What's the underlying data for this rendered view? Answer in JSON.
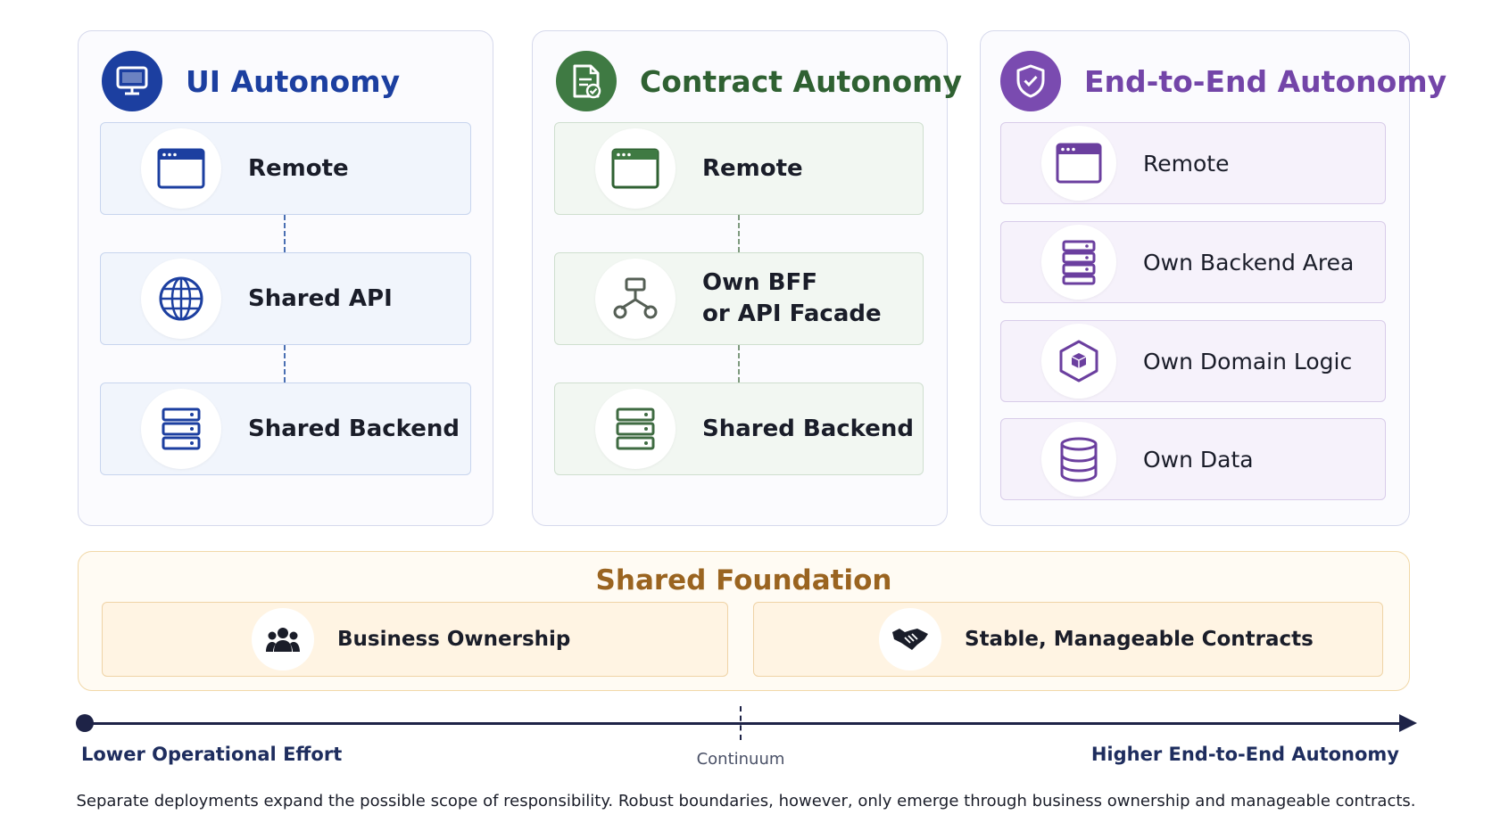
{
  "columns": {
    "ui": {
      "title": "UI Autonomy",
      "color": "#1c3fa0",
      "items": [
        "Remote",
        "Shared API",
        "Shared Backend"
      ]
    },
    "contract": {
      "title": "Contract Autonomy",
      "color": "#2f6132",
      "items": [
        "Remote",
        "Own BFF or API Facade",
        "Shared Backend"
      ],
      "bff_line1": "Own BFF",
      "bff_line2": "or API Facade"
    },
    "e2e": {
      "title": "End-to-End Autonomy",
      "color": "#7345a8",
      "items": [
        "Remote",
        "Own Backend Area",
        "Own Domain Logic",
        "Own Data"
      ]
    }
  },
  "foundation": {
    "title": "Shared Foundation",
    "items": [
      "Business Ownership",
      "Stable, Manageable Contracts"
    ]
  },
  "axis": {
    "left_label": "Lower Operational Effort",
    "mid_label": "Continuum",
    "right_label": "Higher End-to-End Autonomy"
  },
  "caption": "Separate deployments expand the possible scope of responsibility. Robust boundaries, however, only emerge through business ownership and manageable contracts.",
  "icons": {
    "ui": [
      "monitor-icon",
      "browser-window-icon",
      "globe-icon",
      "server-stack-icon"
    ],
    "contract": [
      "document-check-icon",
      "browser-window-icon",
      "branch-nodes-icon",
      "server-stack-icon"
    ],
    "e2e": [
      "shield-check-icon",
      "browser-window-icon",
      "server-stack-icon",
      "hexagon-cube-icon",
      "database-icon"
    ],
    "foundation": [
      "people-group-icon",
      "handshake-icon"
    ]
  }
}
